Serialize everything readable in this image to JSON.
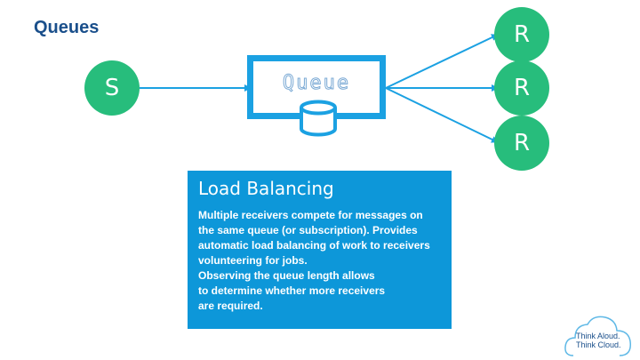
{
  "title": "Queues",
  "sender": {
    "label": "S"
  },
  "receivers": [
    {
      "label": "R"
    },
    {
      "label": "R"
    },
    {
      "label": "R"
    }
  ],
  "queue": {
    "label": "Queue"
  },
  "info": {
    "title": "Load Balancing",
    "lines": [
      "Multiple receivers compete for messages on",
      "the same queue (or subscription). Provides",
      "automatic load balancing of work to receivers",
      "volunteering for jobs.",
      "Observing the queue length allows",
      "to determine whether more receivers",
      "are required."
    ]
  },
  "logo": {
    "lines": [
      "Think Aloud.",
      "Think Cloud."
    ]
  },
  "colors": {
    "node": "#27bd7c",
    "queue_border": "#1ba1e2",
    "info_bg": "#0d97d9",
    "title": "#1a4f8b",
    "arrow": "#1ba1e2"
  }
}
